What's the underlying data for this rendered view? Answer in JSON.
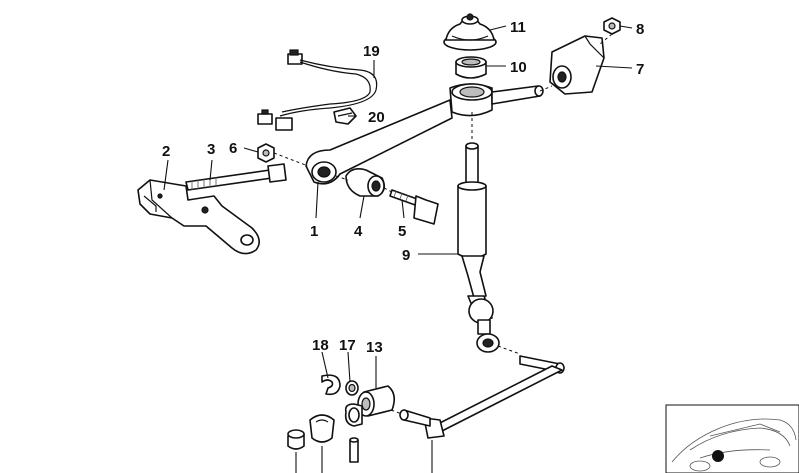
{
  "diagram": {
    "callouts": [
      {
        "id": "p1",
        "text": "1"
      },
      {
        "id": "p2",
        "text": "2"
      },
      {
        "id": "p3",
        "text": "3"
      },
      {
        "id": "p4",
        "text": "4"
      },
      {
        "id": "p5",
        "text": "5"
      },
      {
        "id": "p6",
        "text": "6"
      },
      {
        "id": "p7",
        "text": "7"
      },
      {
        "id": "p8",
        "text": "8"
      },
      {
        "id": "p9",
        "text": "9"
      },
      {
        "id": "p10",
        "text": "10"
      },
      {
        "id": "p11",
        "text": "11"
      },
      {
        "id": "p13",
        "text": "13"
      },
      {
        "id": "p17",
        "text": "17"
      },
      {
        "id": "p18",
        "text": "18"
      },
      {
        "id": "p19",
        "text": "19"
      },
      {
        "id": "p20",
        "text": "20"
      }
    ]
  }
}
